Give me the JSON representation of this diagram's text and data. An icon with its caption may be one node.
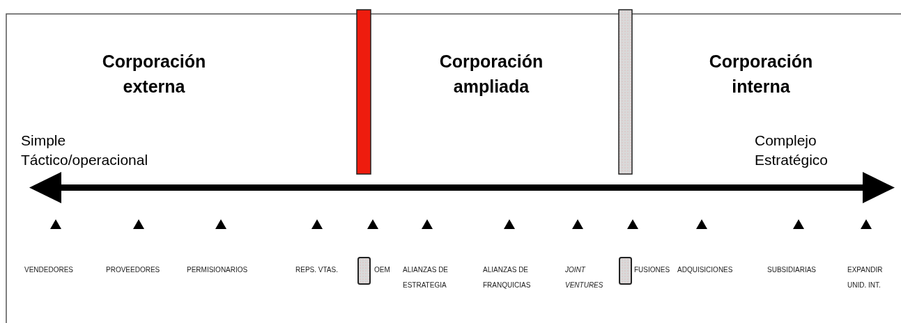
{
  "diagram": {
    "nodes": [
      {
        "text": [],
        "shape": "bar"
      },
      {
        "text": [],
        "shape": "bar"
      },
      {
        "text": [],
        "shape": "box"
      },
      {
        "text": [],
        "shape": "box"
      }
    ],
    "labels": [
      "Corporación externa",
      "Corporación ampliada",
      "Corporación interna",
      "Simple Táctico/operacional",
      "Complejo Estratégico",
      "VENDEDORES",
      "PROVEEDORES",
      "PERMISIONARIOS",
      "REPS. VTAS.",
      "OEM",
      "ALIANZAS DE ESTRATEGIA",
      "ALIANZAS DE FRANQUICIAS",
      "JOINT VENTURES",
      "FUSIONES",
      "ADQUISICIONES",
      "SUBSIDIARIAS",
      "EXPANDIR UNID. INT."
    ]
  }
}
